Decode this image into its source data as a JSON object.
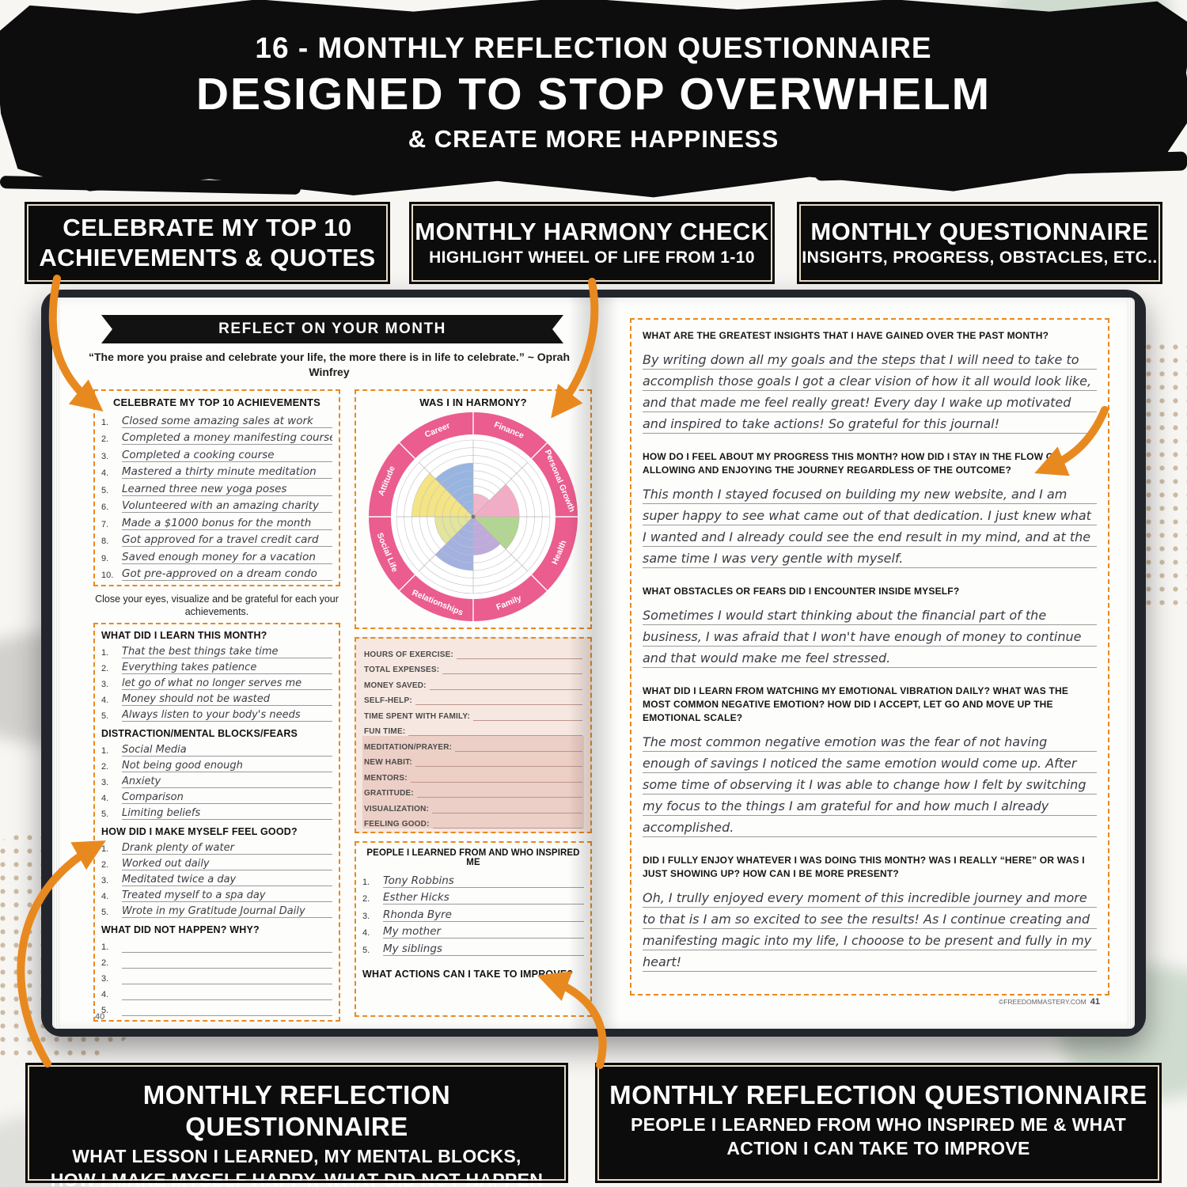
{
  "header": {
    "line1": "16 - MONTHLY REFLECTION QUESTIONNAIRE",
    "line2": "DESIGNED TO STOP OVERWHELM",
    "line3": "& CREATE MORE HAPPINESS"
  },
  "top_callouts": [
    {
      "line1": "CELEBRATE MY TOP 10",
      "line2": "ACHIEVEMENTS & QUOTES"
    },
    {
      "line1": "MONTHLY HARMONY CHECK",
      "line2": "HIGHLIGHT WHEEL OF LIFE FROM 1-10"
    },
    {
      "line1": "MONTHLY QUESTIONNAIRE",
      "line2": "INSIGHTS, PROGRESS, OBSTACLES, ETC.."
    }
  ],
  "bottom_callouts": [
    {
      "title": "MONTHLY REFLECTION QUESTIONNAIRE",
      "subtitle": "WHAT LESSON I LEARNED, MY MENTAL BLOCKS, HOW I MAKE MYSELF HAPPY, WHAT DID NOT HAPPEN & WHY?"
    },
    {
      "title": "MONTHLY REFLECTION QUESTIONNAIRE",
      "subtitle": "PEOPLE I LEARNED FROM WHO INSPIRED ME & WHAT ACTION I CAN TAKE TO IMPROVE"
    }
  ],
  "list_numbers": [
    "1.",
    "2.",
    "3.",
    "4.",
    "5.",
    "6.",
    "7.",
    "8.",
    "9.",
    "10."
  ],
  "journal": {
    "left_page": {
      "banner": "REFLECT ON YOUR MONTH",
      "quote": "“The more you praise and celebrate your life, the more there is in life to celebrate.” ~ Oprah Winfrey",
      "achievements": {
        "title": "CELEBRATE MY TOP 10 ACHIEVEMENTS",
        "items": [
          "Closed some amazing sales at work",
          "Completed a money manifesting course",
          "Completed a cooking course",
          "Mastered a thirty minute meditation",
          "Learned three new yoga poses",
          "Volunteered with an amazing charity",
          "Made a $1000 bonus for the month",
          "Got approved for a travel credit card",
          "Saved enough money for a vacation",
          "Got pre-approved on a dream condo"
        ]
      },
      "note": "Close your eyes, visualize and be grateful for each your achievements.",
      "learn": {
        "title": "WHAT DID I LEARN THIS MONTH?",
        "items": [
          "That the best things take time",
          "Everything takes patience",
          "let go of what no longer serves me",
          "Money should not be wasted",
          "Always listen to your body's needs"
        ]
      },
      "blocks": {
        "title": "DISTRACTION/MENTAL BLOCKS/FEARS",
        "items": [
          "Social Media",
          "Not being good enough",
          "Anxiety",
          "Comparison",
          "Limiting beliefs"
        ]
      },
      "feel_good": {
        "title": "HOW DID I MAKE MYSELF FEEL GOOD?",
        "items": [
          "Drank plenty of water",
          "Worked out daily",
          "Meditated twice a day",
          "Treated myself to a spa day",
          "Wrote in my Gratitude Journal Daily"
        ]
      },
      "not_happen": {
        "title": "WHAT DID NOT HAPPEN?  WHY?"
      },
      "page_number": "40"
    },
    "middle": {
      "harmony_title": "WAS I IN HARMONY?",
      "wheel": {
        "type": "radar-wheel",
        "labels": [
          "Finance",
          "Personal Growth",
          "Health",
          "Family",
          "Relationships",
          "Social Life",
          "Attitude",
          "Career"
        ],
        "values": [
          3,
          6,
          6,
          5,
          7,
          5,
          8,
          7
        ],
        "scale_max": 10,
        "colors": [
          "#f2a8c2",
          "#f29ebc",
          "#a5cf7f",
          "#b49bd6",
          "#93a3dc",
          "#dde089",
          "#f2df6e",
          "#86a8dc"
        ],
        "ring_color": "#ea5d8e"
      },
      "stats_fields": [
        "HOURS OF EXERCISE:",
        "TOTAL EXPENSES:",
        "MONEY SAVED:",
        "SELF-HELP:",
        "TIME SPENT WITH FAMILY:",
        "FUN TIME:",
        "MEDITATION/PRAYER:",
        "NEW HABIT:",
        "MENTORS:",
        "GRATITUDE:",
        "VISUALIZATION:",
        "FEELING GOOD:"
      ],
      "people": {
        "title": "PEOPLE I LEARNED FROM AND WHO INSPIRED ME",
        "items": [
          "Tony Robbins",
          "Esther Hicks",
          "Rhonda Byre",
          "My mother",
          "My siblings"
        ]
      },
      "actions_title": "WHAT ACTIONS CAN I TAKE TO IMPROVE?"
    },
    "right_page": {
      "qa": [
        {
          "q": "WHAT ARE THE GREATEST INSIGHTS THAT I HAVE GAINED OVER THE PAST MONTH?",
          "a": "By writing down all my goals and the steps that I will need to take to accomplish those goals I got a clear vision of how it all would look like, and that made me feel really great! Every day I wake up motivated and inspired to take actions! So grateful for this journal!"
        },
        {
          "q": "HOW DO I FEEL ABOUT MY PROGRESS THIS MONTH? HOW DID I STAY IN THE FLOW OF ALLOWING AND ENJOYING THE JOURNEY REGARDLESS OF THE OUTCOME?",
          "a": "This month I stayed focused on building my new website, and I am super happy to see what came out of that dedication. I just knew what I wanted and I already could see the end result in my mind, and at the same time I was very gentle with myself."
        },
        {
          "q": "WHAT OBSTACLES OR FEARS DID I ENCOUNTER INSIDE MYSELF?",
          "a": "Sometimes I would start thinking about the financial part of the business, I was afraid that I won't have enough of money to continue and that would make me feel stressed."
        },
        {
          "q": "WHAT DID I LEARN FROM WATCHING MY EMOTIONAL VIBRATION DAILY? WHAT WAS THE MOST COMMON NEGATIVE EMOTION? HOW DID I ACCEPT, LET GO AND MOVE UP THE EMOTIONAL SCALE?",
          "a": "The most common negative emotion was the fear of not having enough of savings I noticed the same emotion would come up. After some time of observing it I was able to change how I felt by switching my focus to the things I am grateful for and how much I already accomplished."
        },
        {
          "q": "DID I FULLY ENJOY WHATEVER I WAS DOING THIS MONTH? WAS I REALLY “HERE” OR WAS I JUST SHOWING UP? HOW CAN I BE MORE PRESENT?",
          "a": "Oh, I trully enjoyed every moment of this incredible journey and more to that is I am so excited to see the results! As I continue creating and manifesting magic into my life, I chooose to be present and fully in my heart!"
        }
      ],
      "copyright": "©FREEDOMMASTERY.COM",
      "page_number": "41"
    }
  }
}
